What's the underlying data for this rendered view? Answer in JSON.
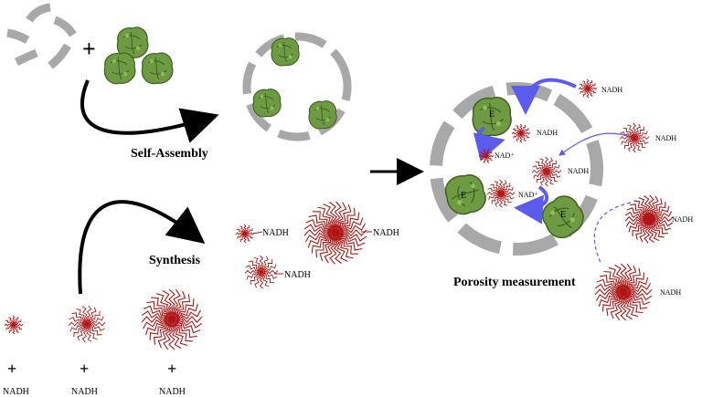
{
  "labels": {
    "self_assembly": "Self-Assembly",
    "synthesis": "Synthesis",
    "porosity": "Porosity measurement",
    "plus": "+",
    "nadh": "NADH",
    "nad_plus": "NAD⁺",
    "enzyme": "E"
  },
  "colors": {
    "shell": "#a8a8a8",
    "enzyme_fill": "#6f9a44",
    "enzyme_dark": "#3f6020",
    "polymer": "#b01515",
    "blue_arrow": "#5b5bee",
    "black_arrow": "#000000"
  },
  "icons": [
    "cofactor-polymer-icon",
    "enzyme-icon",
    "shell-fragment-icon"
  ]
}
